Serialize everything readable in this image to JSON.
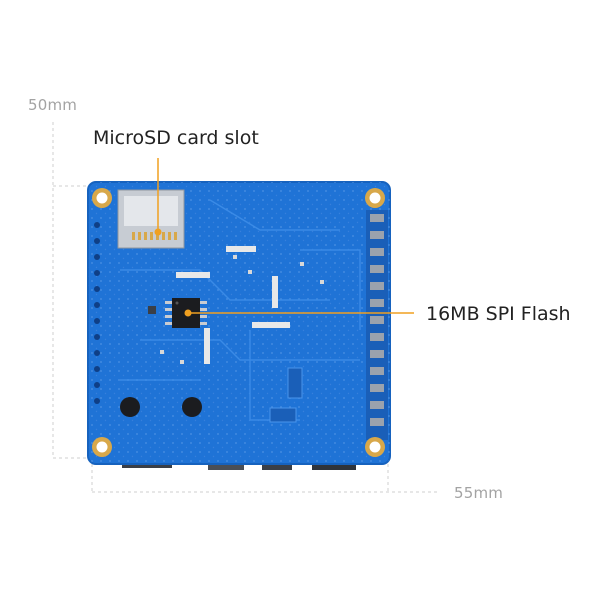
{
  "dimensions": {
    "height_label": "50mm",
    "width_label": "55mm"
  },
  "callouts": {
    "microsd": "MicroSD card slot",
    "spi_flash": "16MB SPI Flash"
  },
  "colors": {
    "board": "#1f73d6",
    "board_edge": "#1662be",
    "leader": "#f0a020",
    "gold": "#d8a84a",
    "dim_line": "#cfcfcf",
    "dim_text": "#a3a3a3"
  }
}
